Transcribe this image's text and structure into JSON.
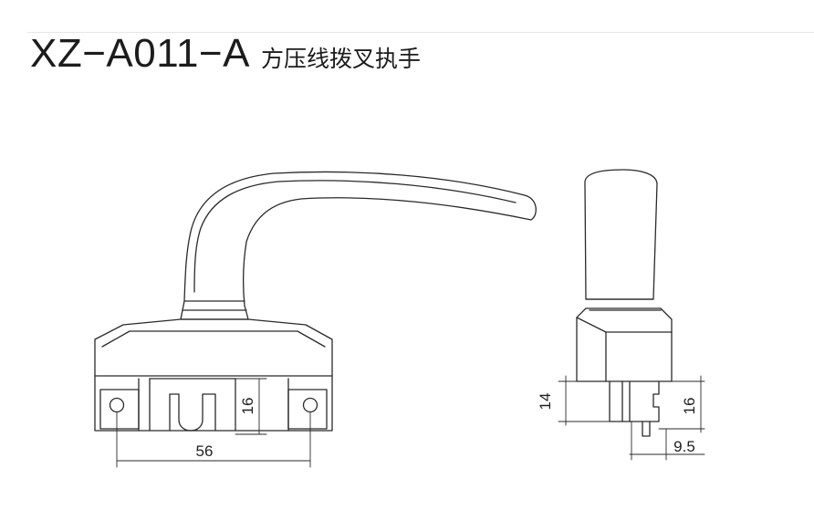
{
  "title": {
    "model_code": "XZ−A011−A",
    "product_name": "方压线拨叉执手"
  },
  "dimensions": {
    "base_width": "56",
    "front_height": "16",
    "side_height_left": "14",
    "side_height_right": "16",
    "side_offset": "9.5"
  }
}
